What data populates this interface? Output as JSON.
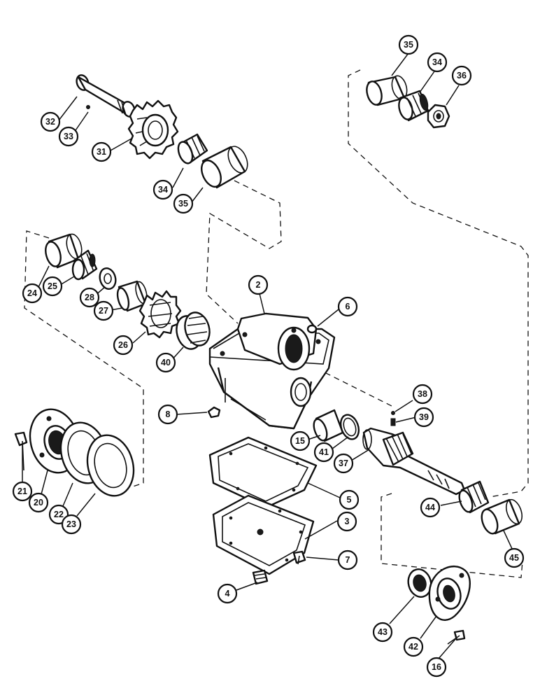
{
  "callouts": [
    {
      "id": "c35a",
      "label": "35"
    },
    {
      "id": "c34a",
      "label": "34"
    },
    {
      "id": "c36",
      "label": "36"
    },
    {
      "id": "c32",
      "label": "32"
    },
    {
      "id": "c33",
      "label": "33"
    },
    {
      "id": "c31",
      "label": "31"
    },
    {
      "id": "c34b",
      "label": "34"
    },
    {
      "id": "c35b",
      "label": "35"
    },
    {
      "id": "c24",
      "label": "24"
    },
    {
      "id": "c25",
      "label": "25"
    },
    {
      "id": "c28",
      "label": "28"
    },
    {
      "id": "c27",
      "label": "27"
    },
    {
      "id": "c26",
      "label": "26"
    },
    {
      "id": "c40",
      "label": "40"
    },
    {
      "id": "c2",
      "label": "2"
    },
    {
      "id": "c6",
      "label": "6"
    },
    {
      "id": "c8",
      "label": "8"
    },
    {
      "id": "c38",
      "label": "38"
    },
    {
      "id": "c39",
      "label": "39"
    },
    {
      "id": "c15",
      "label": "15"
    },
    {
      "id": "c41",
      "label": "41"
    },
    {
      "id": "c37",
      "label": "37"
    },
    {
      "id": "c21",
      "label": "21"
    },
    {
      "id": "c20",
      "label": "20"
    },
    {
      "id": "c22",
      "label": "22"
    },
    {
      "id": "c23",
      "label": "23"
    },
    {
      "id": "c5",
      "label": "5"
    },
    {
      "id": "c3",
      "label": "3"
    },
    {
      "id": "c7",
      "label": "7"
    },
    {
      "id": "c4",
      "label": "4"
    },
    {
      "id": "c44",
      "label": "44"
    },
    {
      "id": "c45",
      "label": "45"
    },
    {
      "id": "c43",
      "label": "43"
    },
    {
      "id": "c42",
      "label": "42"
    },
    {
      "id": "c16",
      "label": "16"
    }
  ]
}
